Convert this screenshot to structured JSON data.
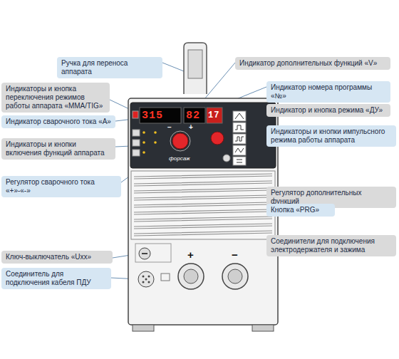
{
  "diagram": {
    "nodes": [
      {
        "text": [
          "Ручка для переноса аппарата"
        ]
      },
      {
        "text": [
          "Индикаторы и кнопка переключения режимов работы аппарата «MMA/TIG»"
        ]
      },
      {
        "text": [
          "Индикатор сварочного тока «А»"
        ]
      },
      {
        "text": [
          "Индикаторы и кнопки включения функций аппарата"
        ]
      },
      {
        "text": [
          "Регулятор сварочного тока «+»-«-»"
        ]
      },
      {
        "text": [
          "Ключ-выключатель «Uxx»"
        ]
      },
      {
        "text": [
          "Соединитель для подключения кабеля ПДУ"
        ]
      },
      {
        "text": [
          "Индикатор дополнительных функций «V»"
        ]
      },
      {
        "text": [
          "Индикатор номера программы «№»"
        ]
      },
      {
        "text": [
          "Индикатор и кнопка режима «ДУ»"
        ]
      },
      {
        "text": [
          "Индикаторы и кнопки импульсного режима работы аппарата"
        ]
      },
      {
        "text": [
          "Регулятор дополнительных функций"
        ]
      },
      {
        "text": [
          "Кнопка «PRG»"
        ]
      },
      {
        "text": [
          "Соединители для подключения электродержателя и зажима"
        ]
      }
    ],
    "labels": [
      "315",
      "82",
      "17",
      "форсаж",
      "−",
      "+",
      "+",
      "−"
    ]
  }
}
